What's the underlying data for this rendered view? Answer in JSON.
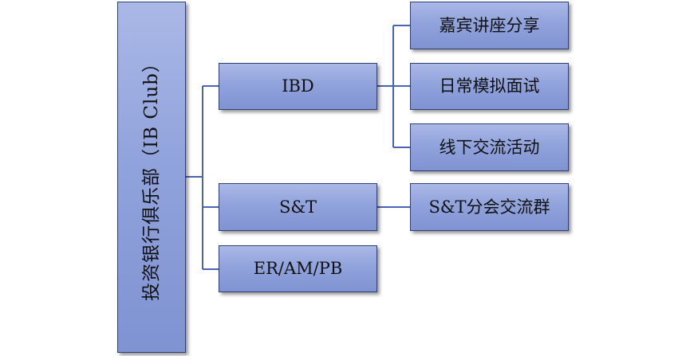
{
  "diagram": {
    "root": {
      "label": "投资银行俱乐部（IB Club）"
    },
    "level1": [
      {
        "label": "IBD"
      },
      {
        "label": "S&T"
      },
      {
        "label": "ER/AM/PB"
      }
    ],
    "ibd_children": [
      {
        "label": "嘉宾讲座分享"
      },
      {
        "label": "日常模拟面试"
      },
      {
        "label": "线下交流活动"
      }
    ],
    "st_children": [
      {
        "label": "S&T分会交流群"
      }
    ],
    "colors": {
      "node_fill": "#91a3dc",
      "node_border": "#2f3f74",
      "connector": "#4a63b4"
    }
  }
}
